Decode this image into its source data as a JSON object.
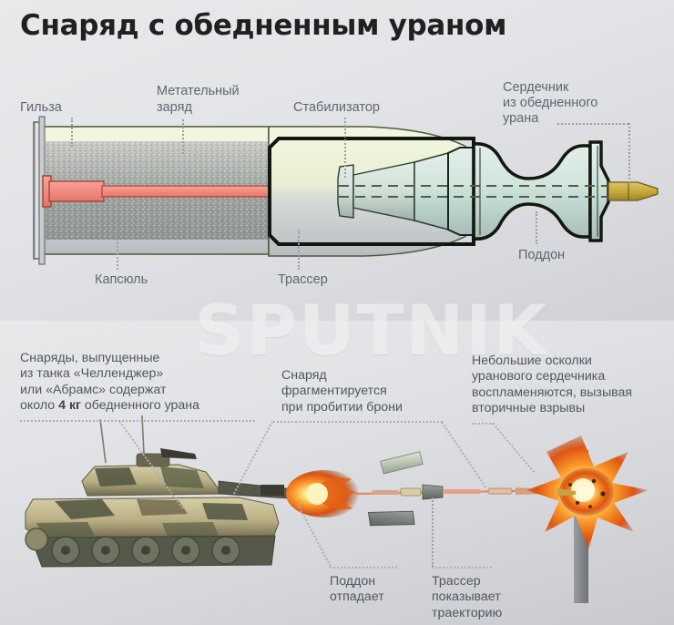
{
  "title": "Снаряд с обедненным ураном",
  "watermark": "SPUTNIK",
  "colors": {
    "label_text": "#5d6674",
    "body_text": "#4f5764",
    "title_text": "#231f20",
    "leader_dot": "#9aa0a8",
    "case_body": "#eef3dc",
    "propellant": "#9a9e9c",
    "primer": "#f2887e",
    "tracer": "#e8c768",
    "penetrator": "#cfe3dd",
    "tip_gold": "#c8a93c",
    "flash_orange": "#f26a12",
    "armor_plate": "#8d9096"
  },
  "shell_labels": {
    "case": "Гильза",
    "propelling_charge_line1": "Метательный",
    "propelling_charge_line2": "заряд",
    "stabilizer": "Стабилизатор",
    "core_line1": "Сердечник",
    "core_line2": "из обедненного",
    "core_line3": "урана",
    "primer": "Капсюль",
    "tracer": "Трассер",
    "sabot": "Поддон"
  },
  "scene_texts": {
    "left": {
      "line1": "Снаряды, выпущенные",
      "line2": "из танка «Челленджер»",
      "line3": "или «Абрамс» содержат",
      "line4_pre": "около ",
      "line4_bold": "4 кг",
      "line4_post": " обедненного урана"
    },
    "middle": {
      "line1": "Снаряд",
      "line2": "фрагментируется",
      "line3": "при пробитии брони"
    },
    "right": {
      "line1": "Небольшие осколки",
      "line2": "уранового сердечника",
      "line3": "воспламеняются, вызывая",
      "line4": "вторичные взрывы"
    },
    "sabot_caption": {
      "line1": "Поддон",
      "line2": "отпадает"
    },
    "tracer_caption": {
      "line1": "Трассер",
      "line2": "показывает",
      "line3": "траекторию"
    }
  }
}
